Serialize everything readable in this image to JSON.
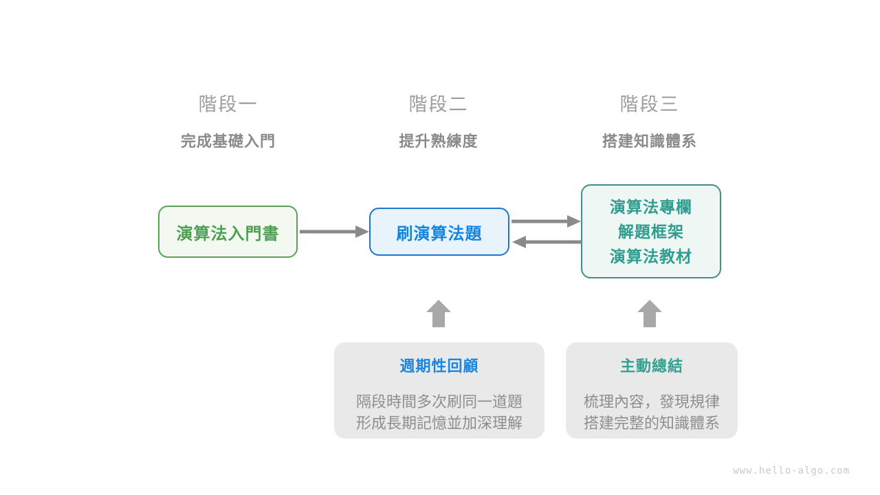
{
  "stages": [
    {
      "label": "階段一",
      "subtitle": "完成基礎入門"
    },
    {
      "label": "階段二",
      "subtitle": "提升熟練度"
    },
    {
      "label": "階段三",
      "subtitle": "搭建知識體系"
    }
  ],
  "flow_boxes": [
    {
      "lines": [
        "演算法入門書"
      ]
    },
    {
      "lines": [
        "刷演算法題"
      ]
    },
    {
      "lines": [
        "演算法專欄",
        "解題框架",
        "演算法教材"
      ]
    }
  ],
  "info_boxes": [
    {
      "title": "週期性回顧",
      "desc_line1": "隔段時間多次刷同一道題",
      "desc_line2": "形成長期記憶並加深理解"
    },
    {
      "title": "主動總結",
      "desc_line1": "梳理內容，發現規律",
      "desc_line2": "搭建完整的知識體系"
    }
  ],
  "watermark": "www.hello-algo.com",
  "colors": {
    "stage_label": "#9C9C9C",
    "stage_subtitle": "#8A8A8A",
    "box1_border": "#57A257",
    "box1_text": "#4E9F52",
    "box1_bg": "#F3F9F1",
    "box2_border": "#1B76CC",
    "box2_text": "#1385DE",
    "box2_bg": "#E9F3FB",
    "box3_border": "#3E9187",
    "box3_text": "#2F9C8D",
    "box3_bg": "#EFF7F5",
    "info_bg": "#E9E9E9",
    "info_title_blue": "#1887E3",
    "info_title_teal": "#31A191",
    "info_text": "#8E8E8E",
    "arrow": "#8A8A8A",
    "block_arrow": "#A8A8A8",
    "watermark": "#C9C9C9"
  }
}
